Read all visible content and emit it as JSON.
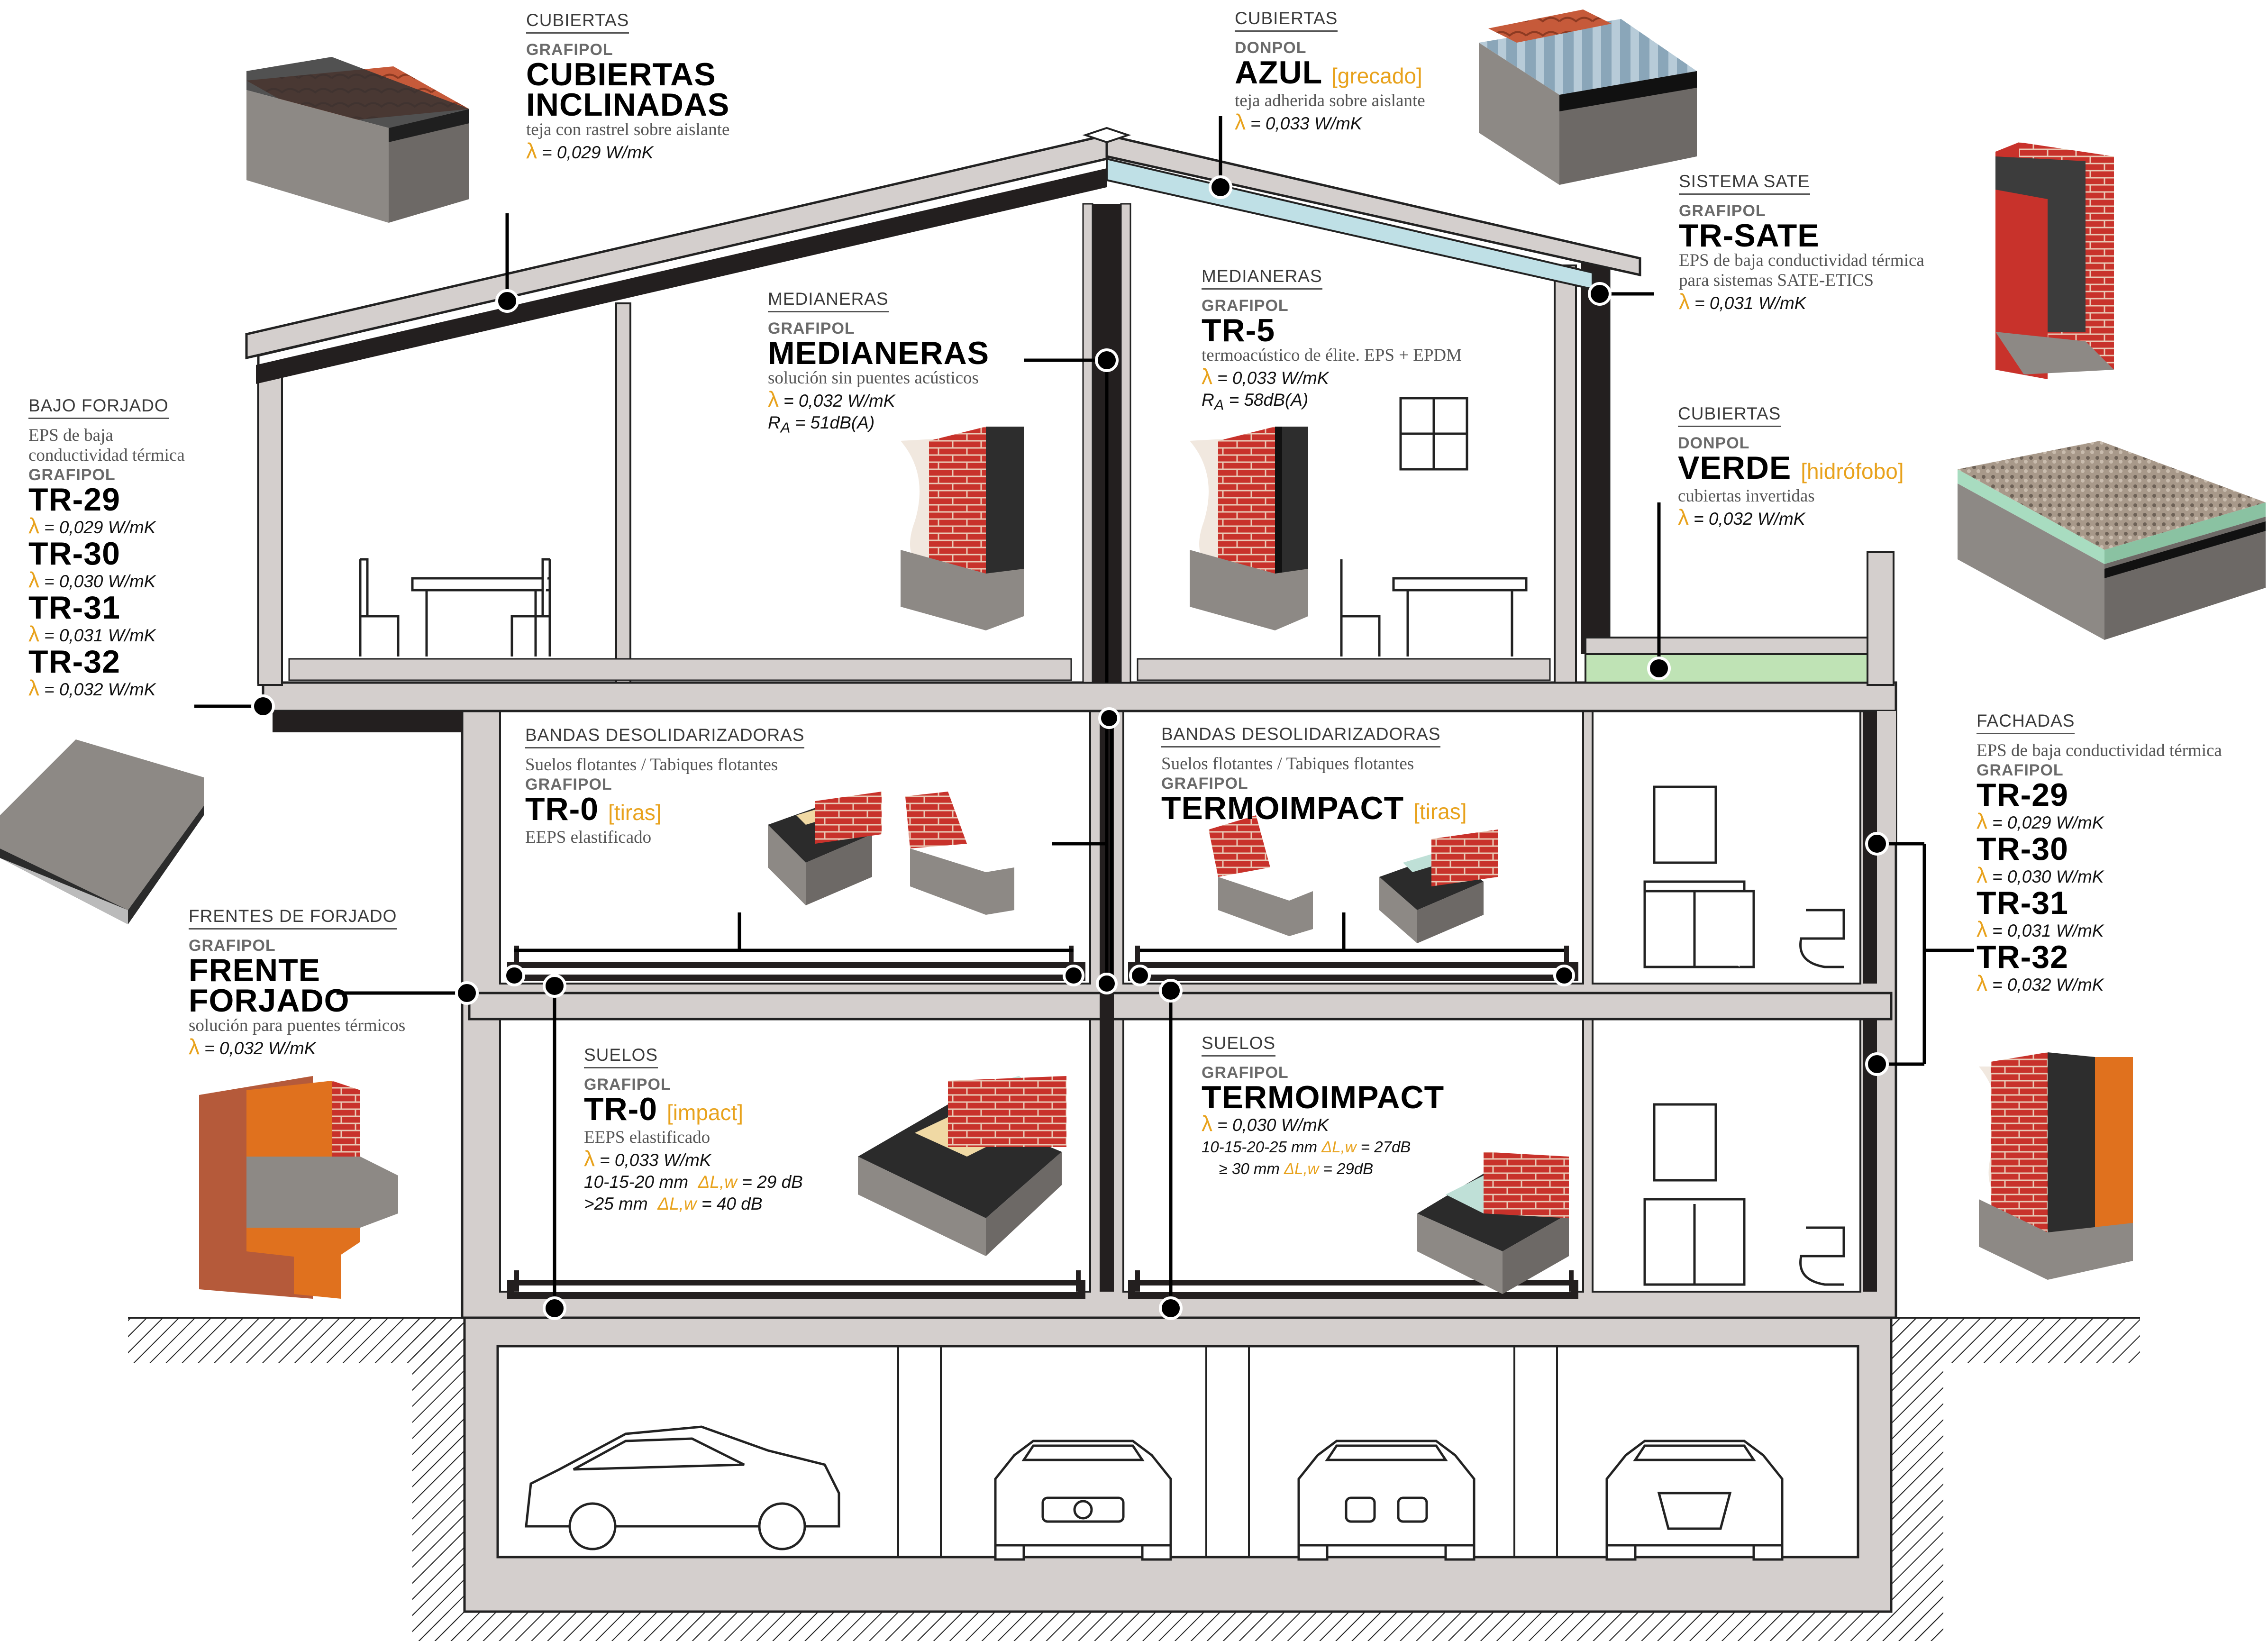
{
  "colors": {
    "accent": "#e8a21c",
    "wall": "#d4cfcd",
    "dark": "#231f1f",
    "blue": "#bfe0e6",
    "green": "#bfe3b5"
  },
  "roof_left": {
    "category": "CUBIERTAS",
    "brand": "GRAFIPOL",
    "product": [
      "CUBIERTAS",
      "INCLINADAS"
    ],
    "desc": "teja con rastrel sobre aislante",
    "lambda": "= 0,029 W/mK"
  },
  "roof_right": {
    "category": "CUBIERTAS",
    "brand": "DONPOL",
    "product": "AZUL",
    "tag": "[grecado]",
    "desc": "teja adherida sobre aislante",
    "lambda": "= 0,033 W/mK"
  },
  "sate": {
    "category": "SISTEMA SATE",
    "brand": "GRAFIPOL",
    "product": "TR-SATE",
    "desc": [
      "EPS de baja conductividad térmica",
      "para sistemas SATE-ETICS"
    ],
    "lambda": "= 0,031 W/mK"
  },
  "green_roof": {
    "category": "CUBIERTAS",
    "brand": "DONPOL",
    "product": "VERDE",
    "tag": "[hidrófobo]",
    "desc": "cubiertas invertidas",
    "lambda": "= 0,032 W/mK"
  },
  "medianeras_left": {
    "category": "MEDIANERAS",
    "brand": "GRAFIPOL",
    "product": "MEDIANERAS",
    "desc": "solución sin puentes acústicos",
    "lambda": "= 0,032 W/mK",
    "ra": "= 51dB(A)"
  },
  "medianeras_right": {
    "category": "MEDIANERAS",
    "brand": "GRAFIPOL",
    "product": "TR-5",
    "desc": "termoacústico de élite. EPS + EPDM",
    "lambda": "= 0,033 W/mK",
    "ra": "= 58dB(A)"
  },
  "ra_symbol": "R",
  "ra_sub": "A",
  "lambda_symbol": "λ",
  "delta_symbol": "ΔL,w",
  "bajo_forjado": {
    "category": "BAJO FORJADO",
    "desc": [
      "EPS de baja",
      "conductividad térmica"
    ],
    "brand": "GRAFIPOL",
    "items": [
      {
        "name": "TR-29",
        "lambda": "= 0,029 W/mK"
      },
      {
        "name": "TR-30",
        "lambda": "= 0,030 W/mK"
      },
      {
        "name": "TR-31",
        "lambda": "= 0,031 W/mK"
      },
      {
        "name": "TR-32",
        "lambda": "= 0,032 W/mK"
      }
    ]
  },
  "fachadas": {
    "category": "FACHADAS",
    "desc": "EPS de baja conductividad térmica",
    "brand": "GRAFIPOL",
    "items": [
      {
        "name": "TR-29",
        "lambda": "= 0,029 W/mK"
      },
      {
        "name": "TR-30",
        "lambda": "= 0,030 W/mK"
      },
      {
        "name": "TR-31",
        "lambda": "= 0,031 W/mK"
      },
      {
        "name": "TR-32",
        "lambda": "= 0,032 W/mK"
      }
    ]
  },
  "bandas_left": {
    "category": "BANDAS DESOLIDARIZADORAS",
    "sub": "Suelos flotantes / Tabiques flotantes",
    "brand": "GRAFIPOL",
    "product": "TR-0",
    "tag": "[tiras]",
    "desc": "EEPS elastificado"
  },
  "bandas_right": {
    "category": "BANDAS DESOLIDARIZADORAS",
    "sub": "Suelos flotantes / Tabiques flotantes",
    "brand": "GRAFIPOL",
    "product": "TERMOIMPACT",
    "tag": "[tiras]"
  },
  "frente": {
    "category": "FRENTES DE FORJADO",
    "brand": "GRAFIPOL",
    "product": [
      "FRENTE",
      "FORJADO"
    ],
    "desc": "solución para puentes térmicos",
    "lambda": "= 0,032 W/mK"
  },
  "suelos_left": {
    "category": "SUELOS",
    "brand": "GRAFIPOL",
    "product": "TR-0",
    "tag": "[impact]",
    "desc": "EEPS elastificado",
    "lambda": "= 0,033 W/mK",
    "rows": [
      {
        "thick": "10-15-20 mm",
        "val": "= 29 dB"
      },
      {
        "thick": ">25 mm",
        "val": "= 40 dB"
      }
    ]
  },
  "suelos_right": {
    "category": "SUELOS",
    "brand": "GRAFIPOL",
    "product": "TERMOIMPACT",
    "lambda": "= 0,030 W/mK",
    "rows": [
      {
        "thick": "10-15-20-25 mm",
        "val": "= 27dB"
      },
      {
        "thick": "≥ 30 mm",
        "val": "= 29dB"
      }
    ]
  }
}
